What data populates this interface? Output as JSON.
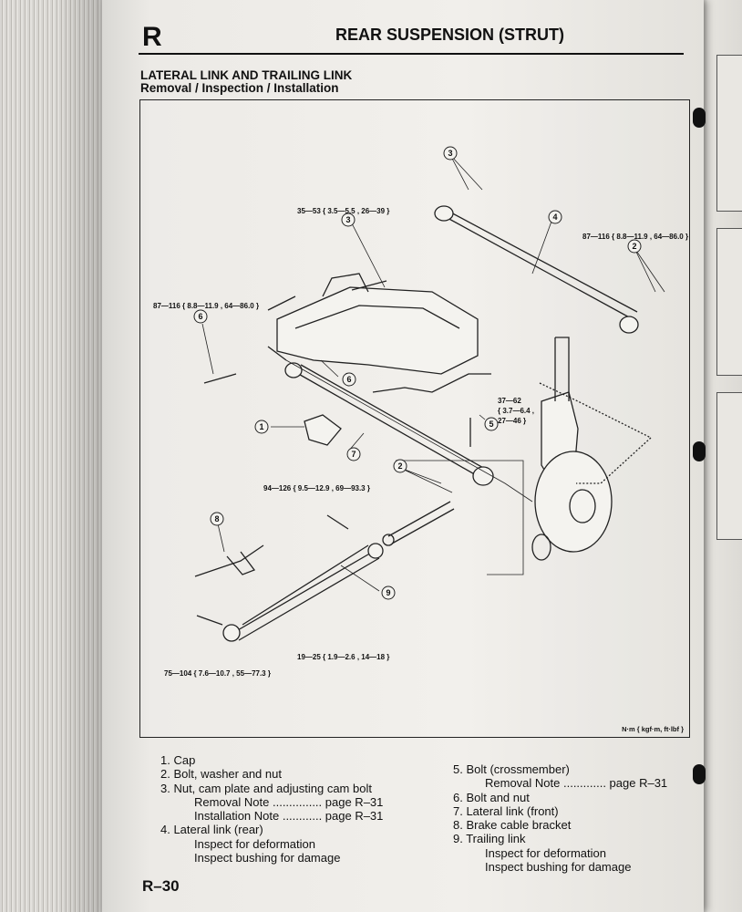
{
  "header": {
    "section_letter": "R",
    "title": "REAR SUSPENSION (STRUT)"
  },
  "subheading": {
    "title": "LATERAL LINK AND TRAILING LINK",
    "subtitle": "Removal / Inspection / Installation"
  },
  "figure": {
    "callouts": [
      "1",
      "2",
      "3",
      "4",
      "5",
      "6",
      "7",
      "8",
      "9"
    ],
    "torques": {
      "t1": "35—53 { 3.5—5.5 , 26—39 }",
      "t2": "87—116 { 8.8—11.9 , 64—86.0 }",
      "t3": "87—116 { 8.8—11.9 , 64—86.0 }",
      "t4a": "37—62",
      "t4b": "{ 3.7—6.4 ,",
      "t4c": "27—46 }",
      "t5": "94—126 { 9.5—12.9 , 69—93.3 }",
      "t6": "19—25 { 1.9—2.6 , 14—18 }",
      "t7": "75—104 { 7.6—10.7 , 55—77.3 }"
    },
    "units": "N·m { kgf·m, ft·lbf }"
  },
  "parts_left": [
    {
      "text": "1.  Cap"
    },
    {
      "text": "2.  Bolt, washer and nut"
    },
    {
      "text": "3.  Nut, cam plate and adjusting cam bolt"
    },
    {
      "text": "Removal Note  ...............  page R–31",
      "indent": true
    },
    {
      "text": "Installation Note  ............  page R–31",
      "indent": true
    },
    {
      "text": "4.  Lateral link (rear)"
    },
    {
      "text": "Inspect for deformation",
      "indent": true
    },
    {
      "text": "Inspect bushing for damage",
      "indent": true
    }
  ],
  "parts_right": [
    {
      "text": "5.  Bolt (crossmember)"
    },
    {
      "text": "Removal Note  .............  page R–31",
      "indent": true
    },
    {
      "text": "6.  Bolt and nut"
    },
    {
      "text": "7.  Lateral link (front)"
    },
    {
      "text": "8.  Brake cable bracket"
    },
    {
      "text": "9.  Trailing link"
    },
    {
      "text": "Inspect for deformation",
      "indent": true
    },
    {
      "text": "Inspect bushing for damage",
      "indent": true
    }
  ],
  "footer": {
    "page_number": "R–30"
  }
}
